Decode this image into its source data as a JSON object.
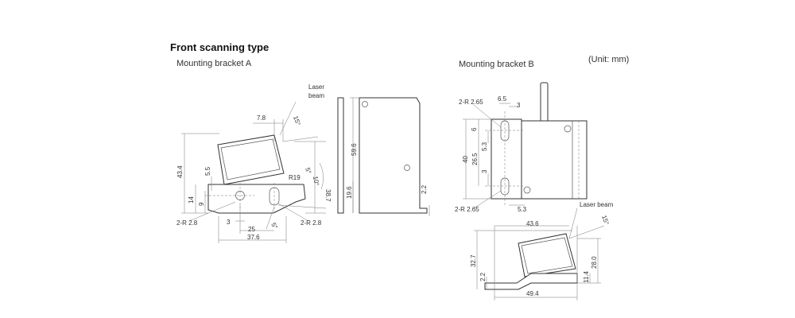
{
  "header": {
    "title": "Front scanning type",
    "unit": "(Unit: mm)"
  },
  "bracket_a": {
    "label": "Mounting bracket A",
    "laser_beam_label": "Laser\nbeam",
    "dims": {
      "d7_8": "7.8",
      "d15deg": "15°",
      "d43_4": "43.4",
      "d5_5": "5.5",
      "d14": "14",
      "d9": "9",
      "r19": "R19",
      "d5deg": "5°",
      "d10deg": "10°",
      "d38_7": "38.7",
      "d59_6": "59.6",
      "d19_6": "19.6",
      "d2_2": "2.2",
      "d2r28_left": "2-R 2.8",
      "d3": "3",
      "d2r28_right": "2-R 2.8",
      "d25": "25",
      "d5deg_b": "5°",
      "d37_6": "37.6"
    }
  },
  "bracket_b": {
    "label": "Mounting bracket B",
    "laser_beam_label": "Laser beam",
    "dims": {
      "d2r265_top": "2-R  2.65",
      "d6_5": "6.5",
      "d3_top": "3",
      "d6": "6",
      "d40": "40",
      "d26_5": "26.5",
      "d5_3_v": "5.3",
      "d3_v": "3",
      "d2r265_bottom": "2-R 2.65",
      "d5_3_h": "5.3",
      "d15deg": "15°",
      "d43_6": "43.6",
      "d32_7": "32.7",
      "d2_2": "2.2",
      "d28_0": "28.0",
      "d11_4": "11.4",
      "d49_4": "49.4"
    }
  }
}
